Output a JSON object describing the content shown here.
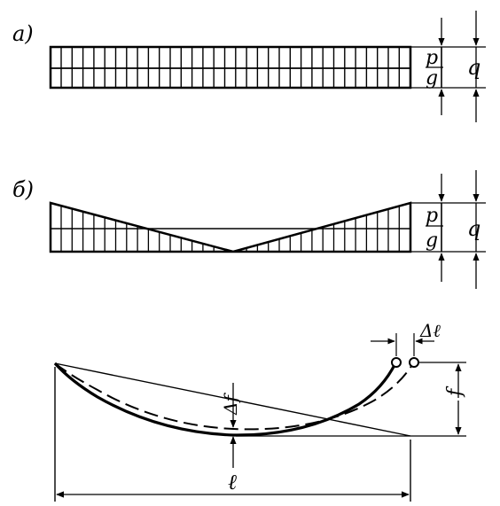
{
  "panel_a": {
    "tag": "а)",
    "label_g": "g",
    "label_p": "p",
    "label_q": "q"
  },
  "panel_b": {
    "tag": "б)",
    "label_g": "g",
    "label_p": "p",
    "label_q": "q"
  },
  "panel_c": {
    "label_delta_l": "Δℓ",
    "label_delta_f": "Δf",
    "label_f": "f",
    "label_l": "ℓ"
  }
}
